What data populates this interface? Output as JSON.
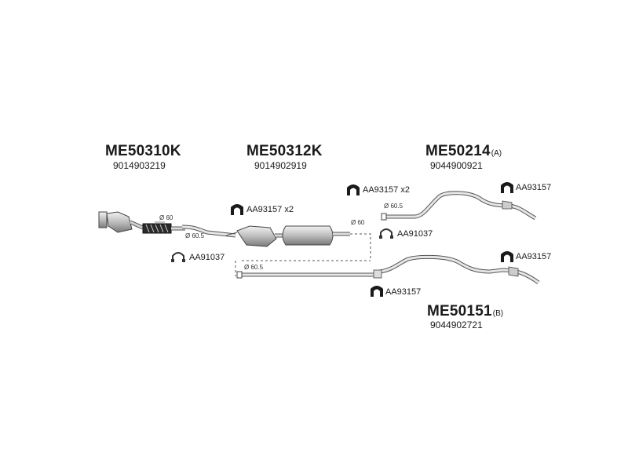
{
  "parts": [
    {
      "code": "ME50310K",
      "number": "9014903219",
      "variant": ""
    },
    {
      "code": "ME50312K",
      "number": "9014902919",
      "variant": ""
    },
    {
      "code": "ME50214",
      "number": "9044900921",
      "variant": "(A)"
    },
    {
      "code": "ME50151",
      "number": "9044902721",
      "variant": "(B)"
    }
  ],
  "hangers": [
    {
      "ref": "AA93157 x2"
    },
    {
      "ref": "AA93157 x2"
    },
    {
      "ref": "AA93157"
    },
    {
      "ref": "AA93157"
    },
    {
      "ref": "AA93157"
    }
  ],
  "clamps": [
    {
      "ref": "AA91037"
    },
    {
      "ref": "AA91037"
    }
  ],
  "diameters": [
    "Ø 60",
    "Ø 60.5",
    "Ø 60",
    "Ø 60.5",
    "Ø 60.5"
  ],
  "colors": {
    "line": "#444444",
    "fill": "#d9d9d9",
    "dark": "#1a1a1a"
  }
}
